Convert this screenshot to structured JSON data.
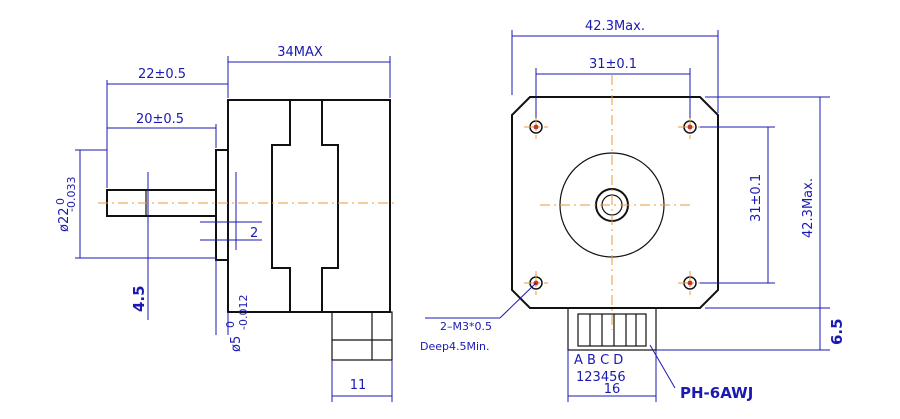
{
  "side_view": {
    "dim_22": "22±0.5",
    "dim_20": "20±0.5",
    "dim_34max": "34MAX",
    "dim_shaft_dia_main": "ø22",
    "dim_shaft_dia_tol_top": "0",
    "dim_shaft_dia_tol_bottom": "-0.033",
    "dim_2": "2",
    "dim_4_5": "4.5",
    "dim_dia5_main": "ø5",
    "dim_dia5_tol_top": "0",
    "dim_dia5_tol_bottom": "-0.012",
    "dim_11": "11"
  },
  "front_view": {
    "dim_42_3_top": "42.3Max.",
    "dim_31_top": "31±0.1",
    "dim_31_side": "31±0.1",
    "dim_42_3_side": "42.3Max.",
    "dim_6_5": "6.5",
    "hole_callout_1": "2–M3*0.5",
    "hole_callout_2": "Deep4.5Min.",
    "pin_letters": "A B C D",
    "pin_numbers": "123456",
    "dim_16": "16",
    "connector": "PH-6AWJ"
  },
  "colors": {
    "outline": "#111111",
    "dimension": "#1a1ab0",
    "centerline": "#e89a3c",
    "hole_marker": "#c0392b"
  }
}
